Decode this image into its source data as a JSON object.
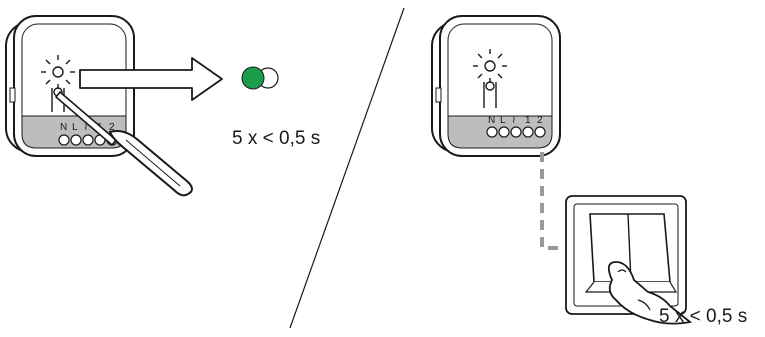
{
  "left_panel": {
    "timing_caption": "5 x < 0,5 s",
    "terminal_labels": [
      "N",
      "L",
      "≀",
      "1",
      "2"
    ],
    "led_colors": {
      "active": "#1b9e4a",
      "inactive": "#ffffff"
    }
  },
  "right_panel": {
    "timing_caption": "5 x < 0,5 s",
    "terminal_labels": [
      "N",
      "L",
      "≀",
      "1",
      "2"
    ]
  },
  "icons": {
    "device": "wireless-receiver-module-icon",
    "tool": "screwdriver-icon",
    "light_indicator": "led-flash-icon",
    "switch": "rocker-wall-switch-icon",
    "hand": "pressing-hand-icon",
    "direction": "arrow-right-icon"
  }
}
